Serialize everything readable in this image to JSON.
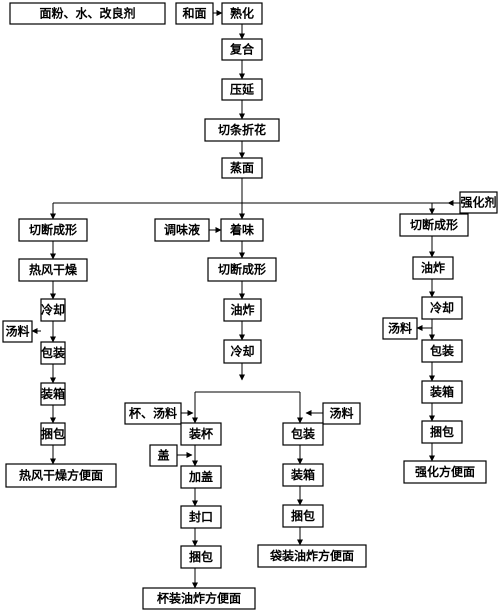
{
  "nodes": {
    "ingredients": "面粉、水、改良剂",
    "mix": "和面",
    "mature": "熟化",
    "compound": "复合",
    "roll": "压延",
    "cut_fold": "切条折花",
    "steam": "蒸面",
    "fortifier": "强化剂",
    "left_cut": "切断成形",
    "hot_air_dry": "热风干燥",
    "left_cool": "冷却",
    "left_soup": "汤料",
    "left_pack": "包装",
    "left_box": "装箱",
    "left_bundle": "捆包",
    "left_product": "热风干燥方便面",
    "seasoning_liquid": "调味液",
    "flavor": "着味",
    "mid_cut": "切断成形",
    "mid_fry": "油炸",
    "mid_cool": "冷却",
    "cup_soup": "杯、汤料",
    "cup_fill": "装杯",
    "lid": "盖",
    "add_lid": "加盖",
    "seal": "封口",
    "cup_bundle": "捆包",
    "cup_product": "杯装油炸方便面",
    "bag_soup": "汤料",
    "bag_pack": "包装",
    "bag_box": "装箱",
    "bag_bundle": "捆包",
    "bag_product": "袋装油炸方便面",
    "right_cut": "切断成形",
    "right_fry": "油炸",
    "right_cool": "冷却",
    "right_soup": "汤料",
    "right_pack": "包装",
    "right_box": "装箱",
    "right_bundle": "捆包",
    "right_product": "强化方便面"
  }
}
